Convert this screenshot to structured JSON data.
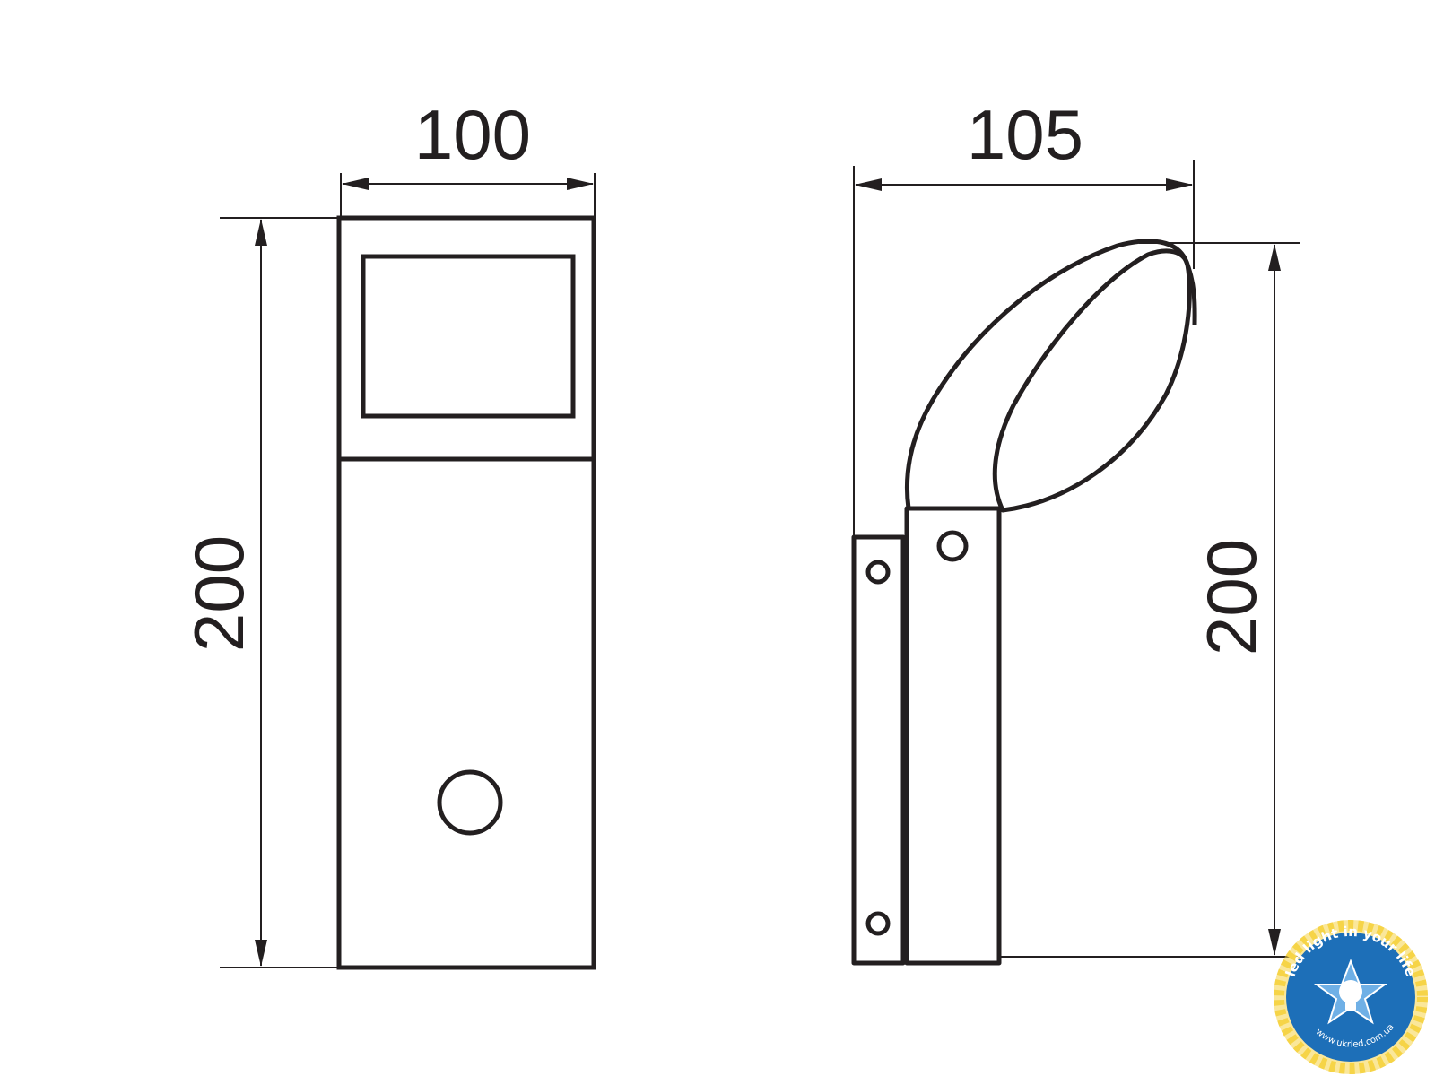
{
  "dimensions": {
    "front_width": "100",
    "front_height": "200",
    "side_width": "105",
    "side_height": "200"
  },
  "logo": {
    "slogan": "led light in your life",
    "url": "www.ukrled.com.ua"
  },
  "colors": {
    "line": "#231f20",
    "background": "#ffffff",
    "logo_blue": "#1d6fb8",
    "logo_ray": "#f6d447"
  }
}
